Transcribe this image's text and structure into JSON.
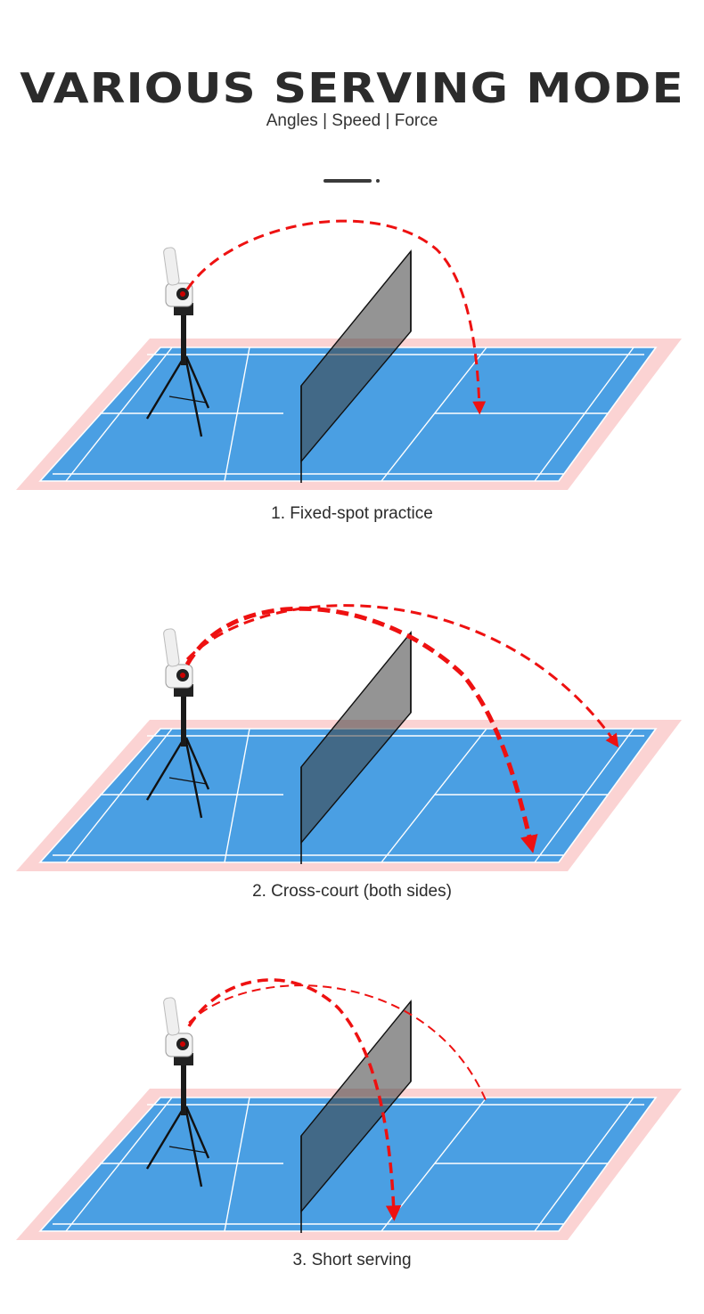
{
  "header": {
    "title": "VARIOUS SERVING MODE",
    "subtitle": "Angles | Speed | Force"
  },
  "modes": [
    {
      "caption": "1. Fixed-spot practice"
    },
    {
      "caption": "2. Cross-court (both sides)"
    },
    {
      "caption": "3. Short serving"
    }
  ],
  "colors": {
    "court": "#4a9fe3",
    "court_border": "#fbd3d3",
    "court_lines": "#ffffff",
    "net": "#5a5a5a",
    "trajectory": "#ee1111"
  }
}
